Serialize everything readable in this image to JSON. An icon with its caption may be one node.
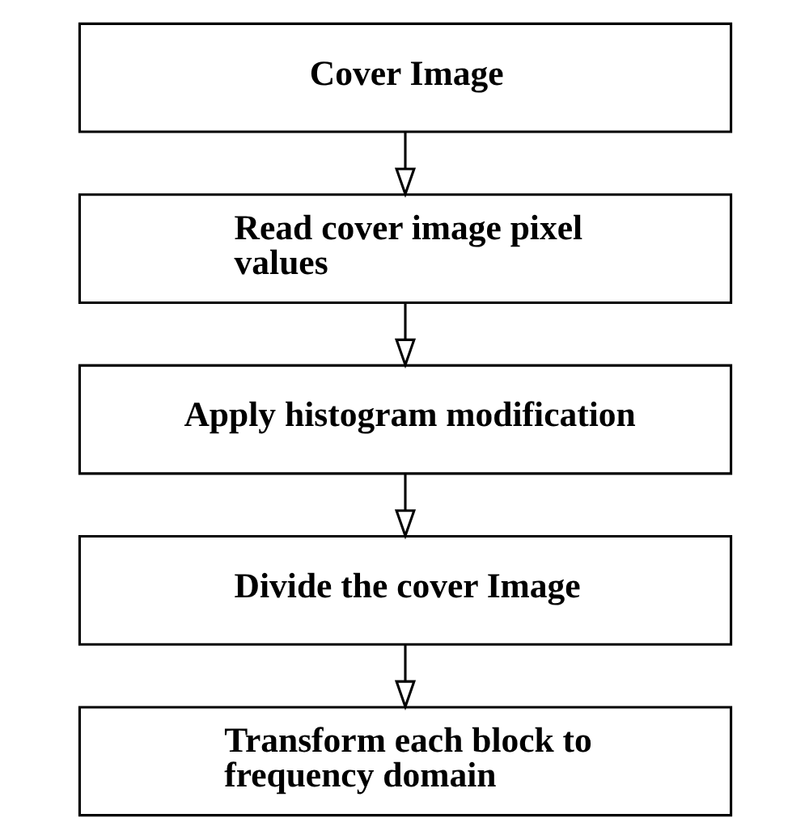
{
  "diagram": {
    "nodes": [
      {
        "text": [
          "Cover Image"
        ]
      },
      {
        "text": [
          "Read cover image pixel values"
        ]
      },
      {
        "text": [
          "Apply histogram modification"
        ]
      },
      {
        "text": [
          "Divide the cover Image"
        ]
      },
      {
        "text": [
          "Transform each block to frequency domain"
        ]
      }
    ],
    "edges": [
      {
        "from": 0,
        "to": 1,
        "arrow": "to"
      },
      {
        "from": 1,
        "to": 2,
        "arrow": "to"
      },
      {
        "from": 2,
        "to": 3,
        "arrow": "to"
      },
      {
        "from": 3,
        "to": 4,
        "arrow": "to"
      }
    ]
  }
}
